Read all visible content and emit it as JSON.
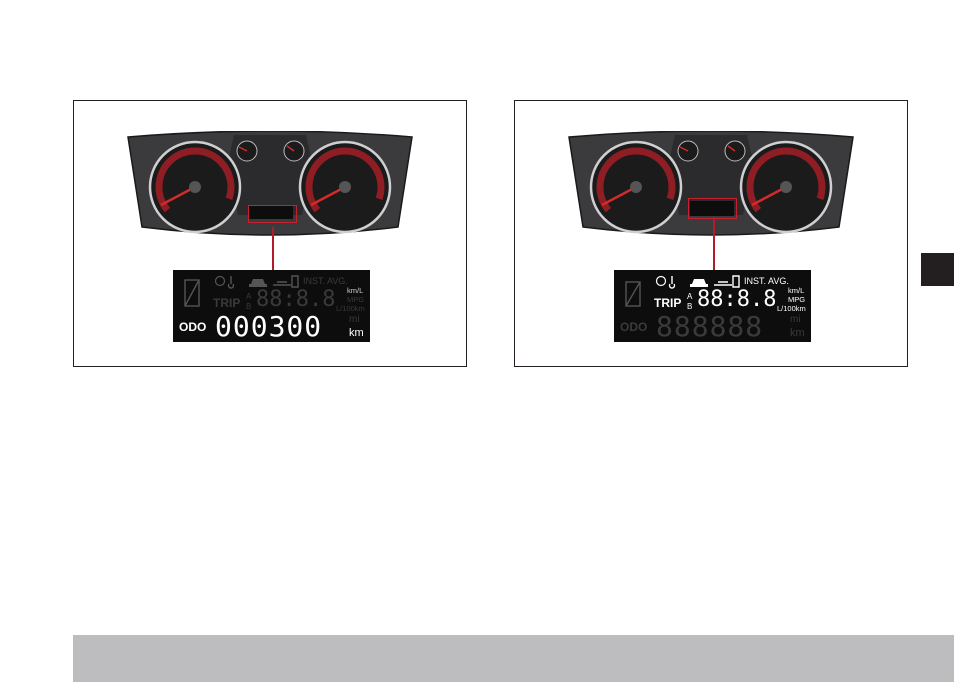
{
  "left_panel": {
    "lcd": {
      "trip_label": "TRIP",
      "trip_a": "A",
      "trip_b": "B",
      "trip_digits": "88:8.8",
      "odo_label": "ODO",
      "odo_digits": "000300",
      "unit_kml": "km/L",
      "unit_mpg": "MPG",
      "unit_l100": "L/100km",
      "unit_mi": "mi",
      "unit_km": "km",
      "inst_avg": "INST. AVG."
    }
  },
  "right_panel": {
    "lcd": {
      "trip_label": "TRIP",
      "trip_a": "A",
      "trip_b": "B",
      "trip_digits": "88:8.8",
      "odo_label": "ODO",
      "odo_digits": "888888",
      "unit_kml": "km/L",
      "unit_mpg": "MPG",
      "unit_l100": "L/100km",
      "unit_mi": "mi",
      "unit_km": "km",
      "inst_avg": "INST. AVG."
    }
  },
  "colors": {
    "accent_red": "#c8202f",
    "lcd_background": "#0d0d0d",
    "footer_gray": "#bdbdbf",
    "tab_dark": "#231f20"
  },
  "icons": [
    "fuel-pump-icon",
    "clock-icon",
    "temperature-icon",
    "car-icon",
    "road-icon",
    "fuel-gauge-icon"
  ]
}
